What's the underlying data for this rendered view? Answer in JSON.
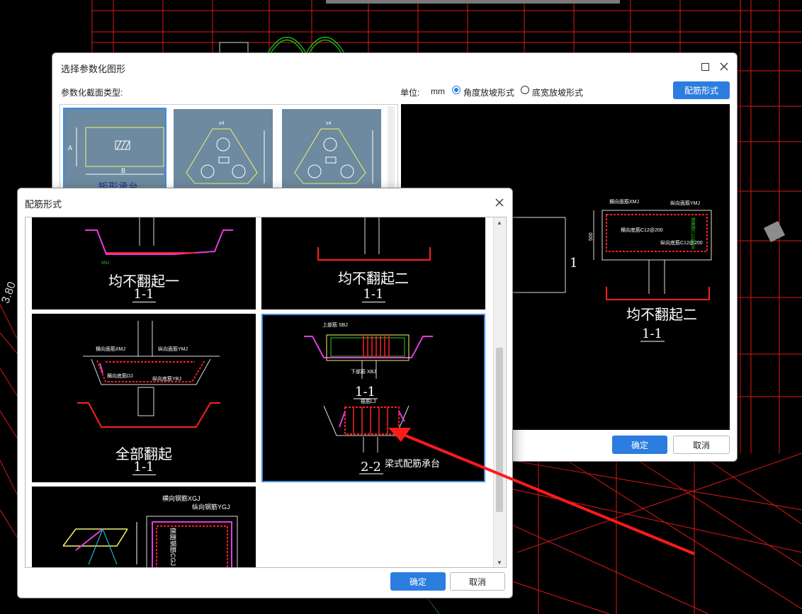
{
  "background": {
    "coord_text": "3.80"
  },
  "dialog_main": {
    "title": "选择参数化图形",
    "section_type_label": "参数化截面类型:",
    "unit_label": "单位:",
    "unit_value": "mm",
    "radio_angle": "角度放坡形式",
    "radio_bottom": "底宽放坡形式",
    "reinforce_btn": "配筋形式",
    "ok": "确定",
    "cancel": "取消",
    "thumbs": [
      {
        "label": "矩形承台",
        "dim_a": "A",
        "dim_b": "B"
      },
      {
        "label": "",
        "dim": "x4"
      },
      {
        "label": "",
        "dim": "x4"
      }
    ],
    "preview": {
      "title": "均不翻起二",
      "section": "1-1",
      "side_label": "1",
      "lbl_top_h": "横向面筋XMJ",
      "lbl_top_v": "纵向面筋YMJ",
      "lbl_bot_h": "横向底筋C12@200",
      "lbl_bot_v": "纵向底筋C12@200",
      "lbl_side": "侧面筋C12@200",
      "dim_500": "500"
    }
  },
  "dialog_rebar": {
    "title": "配筋形式",
    "ok": "确定",
    "cancel": "取消",
    "cells": [
      {
        "name": "均不翻起一",
        "section": "1-1",
        "tag": "XNJ"
      },
      {
        "name": "均不翻起二",
        "section": "1-1"
      },
      {
        "name": "全部翻起",
        "section": "1-1",
        "lbl_top_h": "横向面筋XMJ",
        "lbl_top_v": "纵向面筋YMJ",
        "lbl_bot_h": "横向底筋DJ",
        "lbl_bot_v": "纵向底筋YBJ"
      },
      {
        "name": "梁式配筋承台",
        "section1": "1-1",
        "section2": "2-2",
        "lbl_top": "上部筋 SBJ",
        "lbl_bot": "下部筋 XBJ",
        "lbl_stirrup": "箍筋LJ"
      },
      {
        "name": "",
        "lbl_h": "横向钢筋XGJ",
        "lbl_v": "纵向钢筋YGJ",
        "lbl_side": "侧面钢筋CGJ"
      }
    ]
  }
}
